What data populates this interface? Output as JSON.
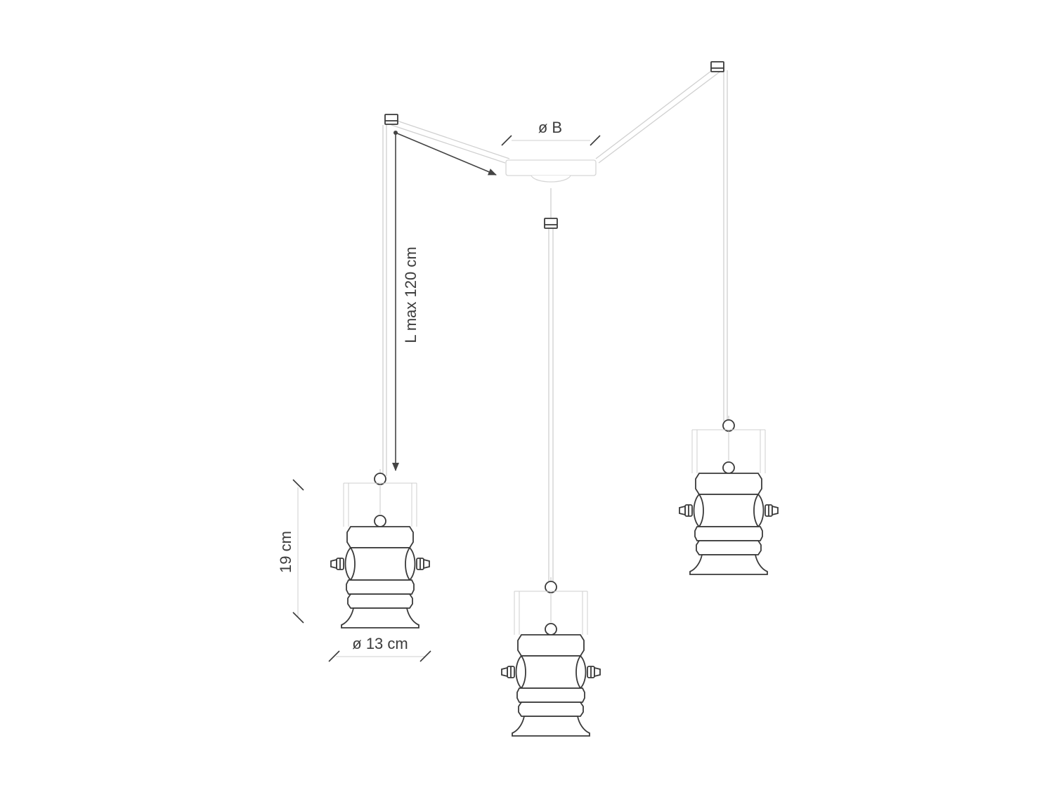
{
  "diagram": {
    "labels": {
      "canopy_diameter": "ø B",
      "cable_length": "L max 120 cm",
      "lamp_height": "19 cm",
      "lamp_diameter": "ø 13 cm"
    },
    "components": {
      "canopy": "ceiling-canopy",
      "hooks": [
        "hook-left",
        "hook-center",
        "hook-right"
      ],
      "lamps": [
        "pendant-left",
        "pendant-center",
        "pendant-right"
      ]
    },
    "colors": {
      "line": "#3a3a3a",
      "cable": "#d0d0d0",
      "background": "#ffffff"
    }
  }
}
